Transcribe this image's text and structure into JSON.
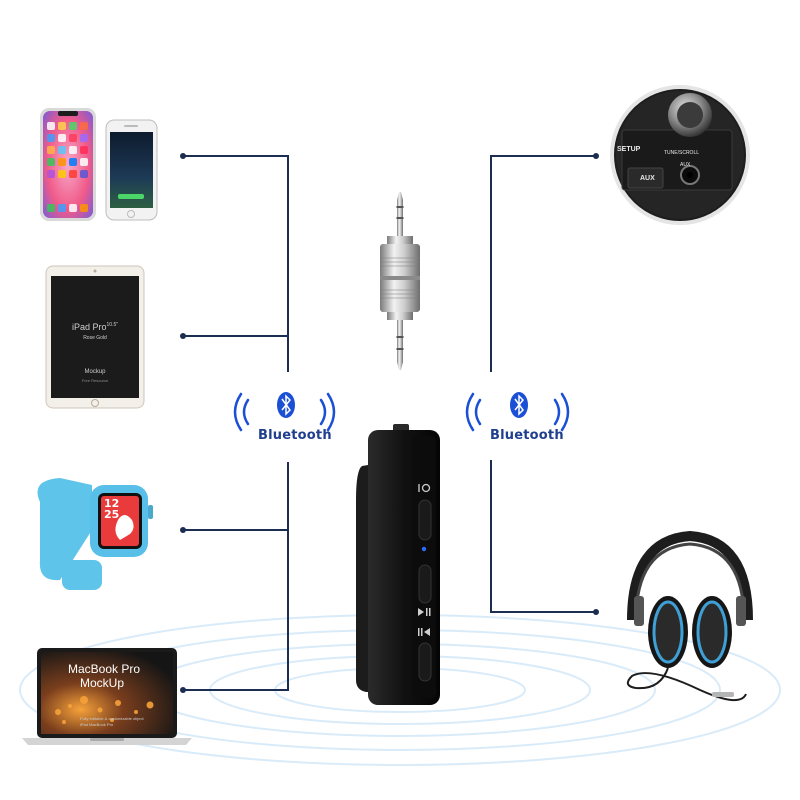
{
  "bluetooth": {
    "left_label": "Bluetooth",
    "right_label": "Bluetooth"
  },
  "ipad": {
    "model": "iPad Pro",
    "size": "10.5\"",
    "color": "Rose Gold",
    "mockup": "Mockup",
    "sub": "Free Resource"
  },
  "macbook": {
    "line1": "MacBook Pro",
    "line2": "MockUp",
    "footer1": "Fully editable & customizable object",
    "footer2": "iPad MacBook Pro"
  },
  "car_stereo": {
    "setup": "SETUP",
    "tune": "TUNE/SCROLL",
    "aux_button": "AUX",
    "aux_port": "AUX"
  },
  "watch": {
    "time_top": "12",
    "time_bottom": "25"
  },
  "colors": {
    "connector_line": "#1c2d52",
    "bluetooth_blue": "#1b4fd6",
    "bluetooth_label": "#1f3f8f",
    "ripple": "#cfe6f7",
    "device_body": "#141414",
    "watch_band": "#5fc4ea"
  },
  "icons": [
    "bluetooth-icon",
    "signal-waves-icon",
    "aux-plug-icon",
    "power-icon",
    "play-pause-icon",
    "prev-icon"
  ]
}
